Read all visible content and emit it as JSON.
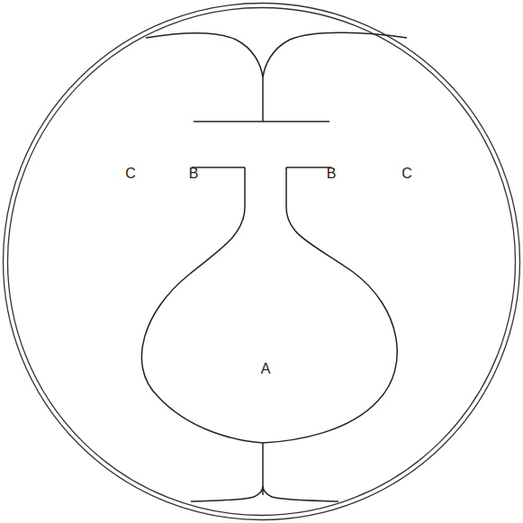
{
  "diagram": {
    "nodes": [
      {
        "text": [
          "A"
        ]
      }
    ],
    "labels": [
      "C",
      "B",
      "B",
      "C"
    ]
  }
}
